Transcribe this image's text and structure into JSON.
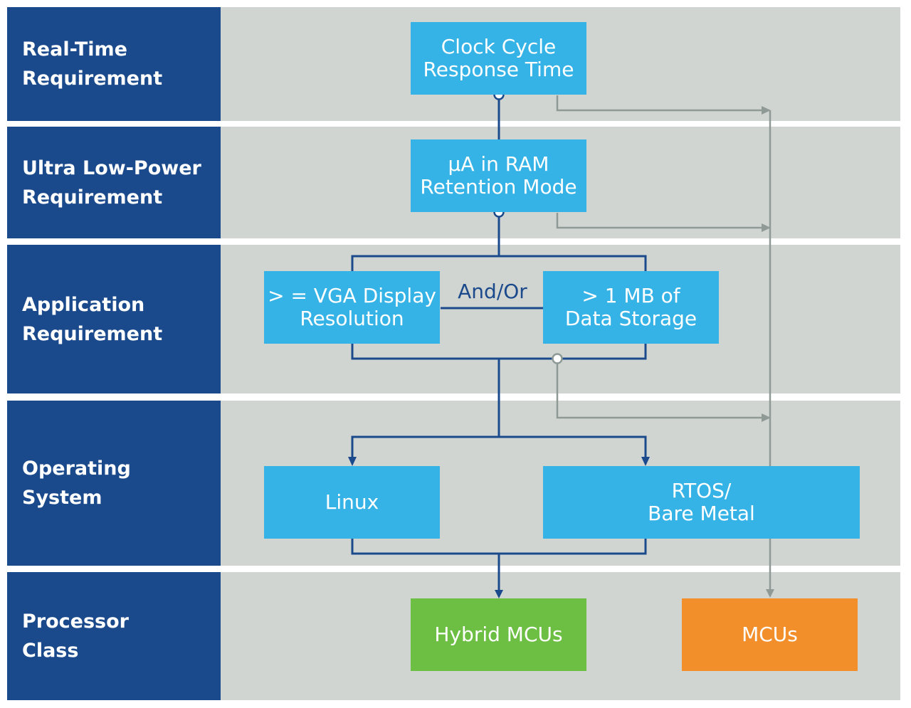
{
  "rows": [
    {
      "label": "Real-Time\nRequirement"
    },
    {
      "label": "Ultra Low-Power\nRequirement"
    },
    {
      "label": "Application\nRequirement"
    },
    {
      "label": "Operating\nSystem"
    },
    {
      "label": "Processor\nClass"
    }
  ],
  "boxes": {
    "clock_cycle": "Clock Cycle\nResponse Time",
    "ua_ram": "µA in RAM\nRetention Mode",
    "vga": "> = VGA Display\nResolution",
    "and_or": "And/Or",
    "data_storage": "> 1 MB of\nData Storage",
    "linux": "Linux",
    "rtos": "RTOS/\nBare Metal",
    "hybrid_mcus": "Hybrid MCUs",
    "mcus": "MCUs"
  },
  "colors": {
    "row_label_bg": "#1b4a8c",
    "row_bg": "#d1d5d2",
    "box_blue": "#36b3e6",
    "box_green": "#6dbf44",
    "box_orange": "#f28f2b",
    "line_dark": "#1b4a8c",
    "line_gray": "#8f9a96"
  }
}
